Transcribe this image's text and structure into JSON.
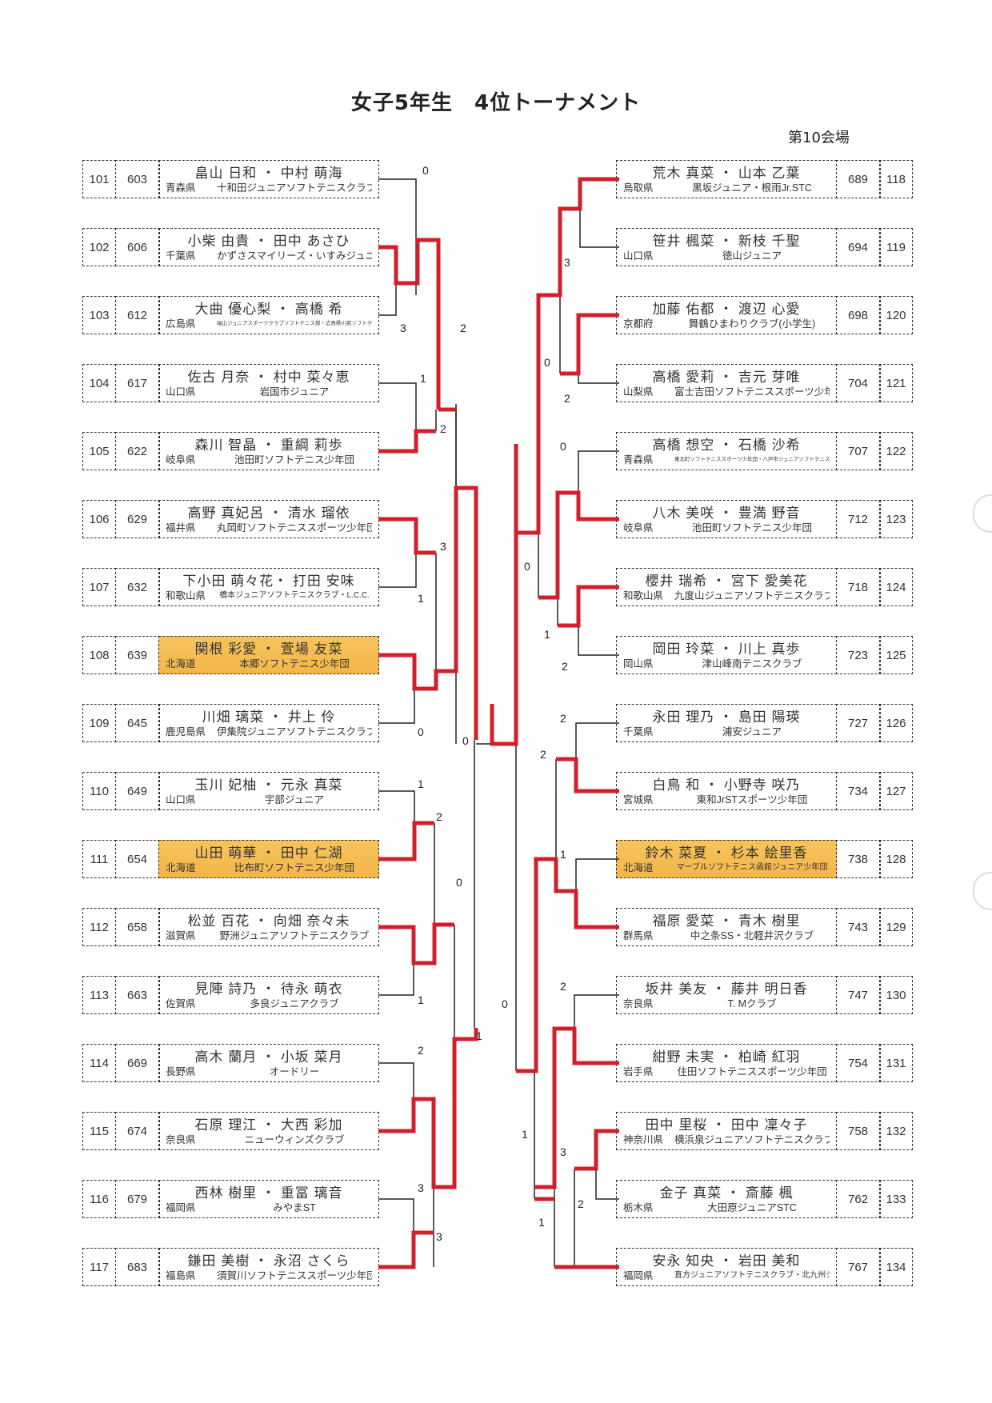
{
  "header": {
    "title": "女子5年生　4位トーナメント",
    "venue": "第10会場"
  },
  "left_entries": [
    {
      "no": "101",
      "reg": "603",
      "names": "畠山 日和 ・ 中村 萌海",
      "pref": "青森県",
      "club": "十和田ジュニアソフトテニスクラブ",
      "highlight": false
    },
    {
      "no": "102",
      "reg": "606",
      "names": "小柴 由貴 ・ 田中 あさひ",
      "pref": "千葉県",
      "club": "かずさスマイリーズ・いすみジュニア",
      "highlight": false
    },
    {
      "no": "103",
      "reg": "612",
      "names": "大曲 優心梨 ・ 高橋 希",
      "pref": "広島県",
      "club": "福山ジュニアスポーツクラブソフトテニス部・広島県川尻ソフトテニススポーツ少年団",
      "highlight": false
    },
    {
      "no": "104",
      "reg": "617",
      "names": "佐古 月奈 ・ 村中 菜々恵",
      "pref": "山口県",
      "club": "岩国市ジュニア",
      "highlight": false
    },
    {
      "no": "105",
      "reg": "622",
      "names": "森川 智晶 ・ 重綱 莉歩",
      "pref": "岐阜県",
      "club": "池田町ソフトテニス少年団",
      "highlight": false
    },
    {
      "no": "106",
      "reg": "629",
      "names": "高野 真妃呂 ・ 清水 瑠依",
      "pref": "福井県",
      "club": "丸岡町ソフトテニススポーツ少年団",
      "highlight": false
    },
    {
      "no": "107",
      "reg": "632",
      "names": "下小田 萌々花・ 打田 安味",
      "pref": "和歌山県",
      "club": "橋本ジュニアソフトテニスクラブ・L.C.C.",
      "highlight": false
    },
    {
      "no": "108",
      "reg": "639",
      "names": "関根 彩愛 ・ 萱場 友菜",
      "pref": "北海道",
      "club": "本郷ソフトテニス少年団",
      "highlight": true
    },
    {
      "no": "109",
      "reg": "645",
      "names": "川畑 璃菜 ・ 井上 伶",
      "pref": "鹿児島県",
      "club": "伊集院ジュニアソフトテニスクラブ",
      "highlight": false
    },
    {
      "no": "110",
      "reg": "649",
      "names": "玉川 妃柚 ・ 元永 真菜",
      "pref": "山口県",
      "club": "宇部ジュニア",
      "highlight": false
    },
    {
      "no": "111",
      "reg": "654",
      "names": "山田 萌華 ・ 田中 仁湖",
      "pref": "北海道",
      "club": "比布町ソフトテニス少年団",
      "highlight": true
    },
    {
      "no": "112",
      "reg": "658",
      "names": "松並 百花 ・ 向畑 奈々未",
      "pref": "滋賀県",
      "club": "野洲ジュニアソフトテニスクラブ",
      "highlight": false
    },
    {
      "no": "113",
      "reg": "663",
      "names": "見陣 詩乃 ・ 待永 萌衣",
      "pref": "佐賀県",
      "club": "多良ジュニアクラブ",
      "highlight": false
    },
    {
      "no": "114",
      "reg": "669",
      "names": "高木 蘭月 ・ 小坂 菜月",
      "pref": "長野県",
      "club": "オードリー",
      "highlight": false
    },
    {
      "no": "115",
      "reg": "674",
      "names": "石原 理江 ・ 大西 彩加",
      "pref": "奈良県",
      "club": "ニューウィンズクラブ",
      "highlight": false
    },
    {
      "no": "116",
      "reg": "679",
      "names": "西林 樹里 ・ 重冨 璃音",
      "pref": "福岡県",
      "club": "みやまST",
      "highlight": false
    },
    {
      "no": "117",
      "reg": "683",
      "names": "鎌田 美樹 ・ 永沼 さくら",
      "pref": "福島県",
      "club": "須賀川ソフトテニススポーツ少年団",
      "highlight": false
    }
  ],
  "right_entries": [
    {
      "no": "118",
      "reg": "689",
      "names": "荒木 真菜 ・ 山本 乙葉",
      "pref": "鳥取県",
      "club": "黒坂ジュニア・根雨Jr.STC",
      "highlight": false
    },
    {
      "no": "119",
      "reg": "694",
      "names": "笹井 楓菜 ・ 新枝 千聖",
      "pref": "山口県",
      "club": "徳山ジュニア",
      "highlight": false
    },
    {
      "no": "120",
      "reg": "698",
      "names": "加藤 佑都 ・ 渡辺 心愛",
      "pref": "京都府",
      "club": "舞鶴ひまわりクラブ(小学生)",
      "highlight": false
    },
    {
      "no": "121",
      "reg": "704",
      "names": "高橋 愛莉 ・ 吉元 芽唯",
      "pref": "山梨県",
      "club": "富士吉田ソフトテニススポーツ少年団",
      "highlight": false
    },
    {
      "no": "122",
      "reg": "707",
      "names": "高橋 想空 ・ 石橋 沙希",
      "pref": "青森県",
      "club": "東北町ソフトテニススポーツ少年団・八戸市ジュニアソフトテニススクール",
      "highlight": false
    },
    {
      "no": "123",
      "reg": "712",
      "names": "八木 美咲 ・ 豊満 野音",
      "pref": "岐阜県",
      "club": "池田町ソフトテニス少年団",
      "highlight": false
    },
    {
      "no": "124",
      "reg": "718",
      "names": "櫻井 瑞希 ・ 宮下 愛美花",
      "pref": "和歌山県",
      "club": "九度山ジュニアソフトテニスクラブ",
      "highlight": false
    },
    {
      "no": "125",
      "reg": "723",
      "names": "岡田 玲菜 ・ 川上 真歩",
      "pref": "岡山県",
      "club": "津山峰南テニスクラブ",
      "highlight": false
    },
    {
      "no": "126",
      "reg": "727",
      "names": "永田 理乃 ・ 島田 陽瑛",
      "pref": "千葉県",
      "club": "浦安ジュニア",
      "highlight": false
    },
    {
      "no": "127",
      "reg": "734",
      "names": "白鳥 和 ・ 小野寺 咲乃",
      "pref": "宮城県",
      "club": "東和JrSTスポーツ少年団",
      "highlight": false
    },
    {
      "no": "128",
      "reg": "738",
      "names": "鈴木 菜夏 ・ 杉本 絵里香",
      "pref": "北海道",
      "club": "マーブルソフトテニス函館ジュニア少年団",
      "highlight": true
    },
    {
      "no": "129",
      "reg": "743",
      "names": "福原 愛菜 ・ 青木 樹里",
      "pref": "群馬県",
      "club": "中之条SS・北軽井沢クラブ",
      "highlight": false
    },
    {
      "no": "130",
      "reg": "747",
      "names": "坂井 美友 ・ 藤井 明日香",
      "pref": "奈良県",
      "club": "T. Mクラブ",
      "highlight": false
    },
    {
      "no": "131",
      "reg": "754",
      "names": "紺野 未実 ・ 柏崎 紅羽",
      "pref": "岩手県",
      "club": "住田ソフトテニススポーツ少年団",
      "highlight": false
    },
    {
      "no": "132",
      "reg": "758",
      "names": "田中 里桜 ・ 田中 凜々子",
      "pref": "神奈川県",
      "club": "横浜泉ジュニアソフトテニスクラブ",
      "highlight": false
    },
    {
      "no": "133",
      "reg": "762",
      "names": "金子 真菜 ・ 斎藤 楓",
      "pref": "栃木県",
      "club": "大田原ジュニアSTC",
      "highlight": false
    },
    {
      "no": "134",
      "reg": "767",
      "names": "安永 知央 ・ 岩田 美和",
      "pref": "福岡県",
      "club": "直方ジュニアソフトテニスクラブ・北九州ジュニア",
      "highlight": false
    }
  ],
  "scores": {
    "l_101": "0",
    "l_103": "3",
    "l_r1_top": "2",
    "l_104": "1",
    "l_105w": "2",
    "l_106": "3",
    "l_107": "1",
    "l_109": "0",
    "l_semi_top": "0",
    "l_110": "1",
    "l_111w": "2",
    "l_113": "1",
    "l_mid_b": "0",
    "l_114": "2",
    "l_116": "3",
    "l_117w": "3",
    "l_low": "1",
    "r_119": "3",
    "r_120": "0",
    "r_121": "2",
    "r_122": "0",
    "r_124": "1",
    "r_125": "2",
    "r_top_sf": "0",
    "r_126": "2",
    "r_127w": "2",
    "r_128": "1",
    "r_bot_sf": "0",
    "r_130": "2",
    "r_132": "3",
    "r_133": "2",
    "r_131w": "1",
    "r_134w": "1"
  }
}
